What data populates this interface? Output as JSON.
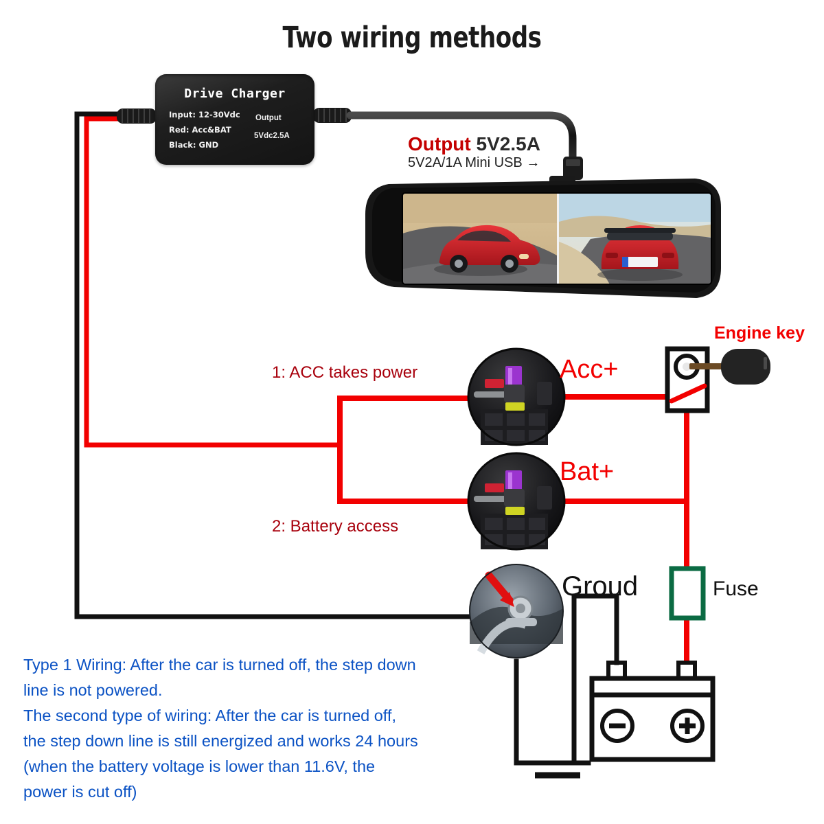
{
  "title": "Two wiring methods",
  "charger": {
    "name": "Drive Charger",
    "input": "Input: 12-30Vdc",
    "red_wire": "Red: Acc&BAT",
    "black_wire": "Black: GND",
    "output_word": "Output",
    "output_spec": "5Vdc2.5A"
  },
  "output_caption": {
    "label": "Output",
    "value": "5V2.5A",
    "sub": "5V2A/1A Mini USB",
    "arrow": "→"
  },
  "methods": {
    "acc_note": "1: ACC takes power",
    "bat_note": "2: Battery access",
    "acc_terminal": "Acc+",
    "bat_terminal": "Bat+"
  },
  "components": {
    "engine_key": "Engine key",
    "ground": "Groud",
    "fuse": "Fuse",
    "battery_negative": "−",
    "battery_positive": "+"
  },
  "notes": {
    "line1": "Type 1 Wiring: After the car is turned off, the step down",
    "line2": "line is not powered.",
    "line3": "The second type of wiring: After the car is turned off,",
    "line4": "the step down line is still energized and works 24 hours",
    "line5": "(when the battery voltage is lower than 11.6V, the",
    "line6": "power is cut off)"
  },
  "colors": {
    "red_wire": "#f20000",
    "black_wire": "#111111",
    "dark_red_text": "#a8000c",
    "blue_note": "#0b52c4",
    "fuse_green": "#0b6b43"
  }
}
